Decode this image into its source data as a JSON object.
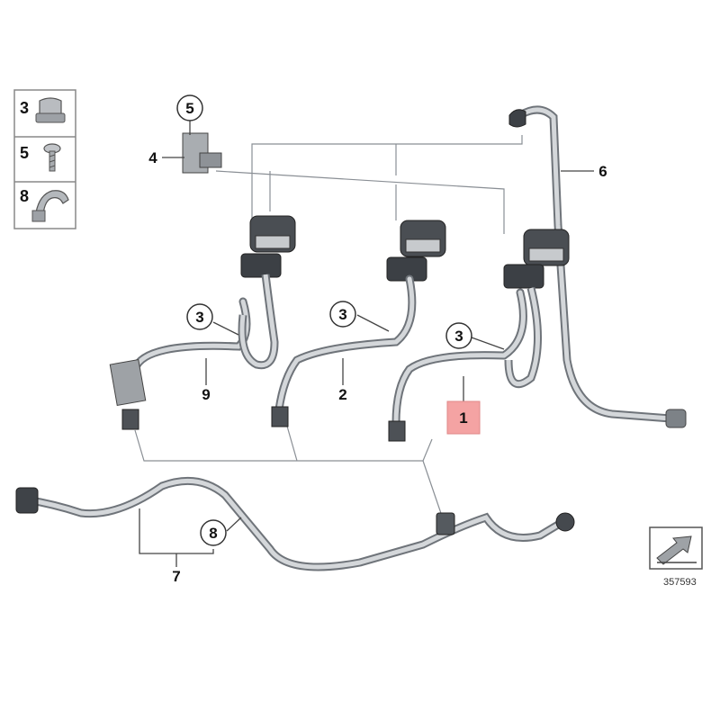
{
  "diagram": {
    "reference_code": "357593",
    "legend": [
      {
        "number": "3",
        "part_icon": "hose-clip-icon"
      },
      {
        "number": "5",
        "part_icon": "screw-icon"
      },
      {
        "number": "8",
        "part_icon": "bracket-clip-icon"
      }
    ],
    "callouts": {
      "c1": "1",
      "c2": "2",
      "c3a": "3",
      "c3b": "3",
      "c3c": "3",
      "c4": "4",
      "c5": "5",
      "c6": "6",
      "c7": "7",
      "c8": "8",
      "c9": "9"
    },
    "highlight_color": "#f4a3a3",
    "line_color": "#9aa0a6",
    "leader_color": "#444444"
  }
}
